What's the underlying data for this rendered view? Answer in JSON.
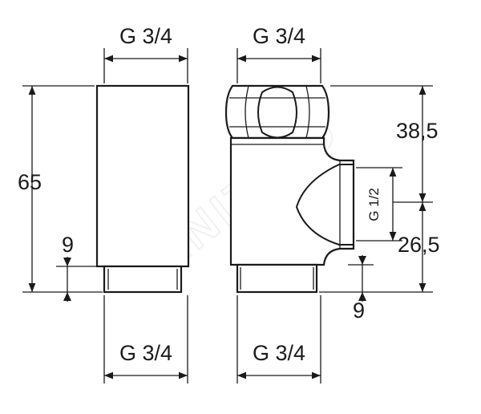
{
  "labels": {
    "left_top_thread": "G 3/4",
    "right_top_thread": "G 3/4",
    "left_bottom_thread": "G 3/4",
    "right_bottom_thread": "G 3/4",
    "overall_height": "65",
    "left_thread_length": "9",
    "right_thread_length": "9",
    "upper_offset": "38,5",
    "lower_offset": "26,5",
    "side_outlet": "G 1/2"
  },
  "watermark": "SANITINO",
  "colors": {
    "line": "#1a1a1a",
    "background": "#ffffff"
  }
}
